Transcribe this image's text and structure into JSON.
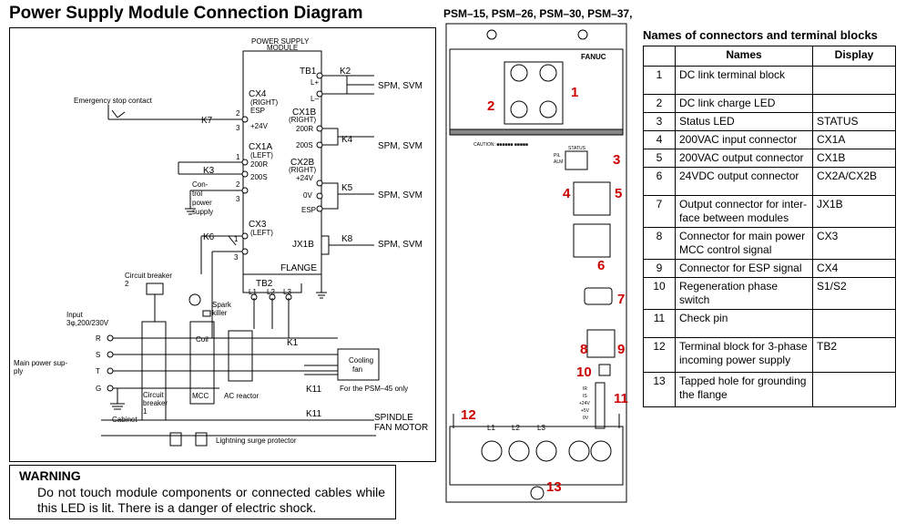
{
  "page_title": "Power Supply Module Connection Diagram",
  "models_title": "PSM–15, PSM–26, PSM–30, PSM–37,",
  "table_title": "Names of connectors and terminal blocks",
  "warning": {
    "title": "WARNING",
    "text": "Do not touch module components or connected cables while this LED is lit.  There is a danger of electric shock."
  },
  "diagram": {
    "module_label_1": "POWER SUPPLY",
    "module_label_2": "MODULE",
    "emergency_stop": "Emergency stop contact",
    "tb1": "TB1",
    "lplus": "L+",
    "lminus": "L–",
    "k2": "K2",
    "spm1": "SPM, SVM",
    "cx4": "CX4",
    "cx4_side": "(RIGHT)",
    "esp": "ESP",
    "p24v": "+24V",
    "k7": "K7",
    "cx1b": "CX1B",
    "cx1b_side": "(RIGHT)",
    "r200": "200R",
    "s200": "200S",
    "k4": "K4",
    "spm2": "SPM, SVM",
    "cx1a": "CX1A",
    "cx1a_side": "(LEFT)",
    "a200r": "200R",
    "a200s": "200S",
    "k3": "K3",
    "control_1": "Con-",
    "control_2": "trol",
    "control_3": "power",
    "control_4": "supply",
    "cx2b": "CX2B",
    "cx2b_side": "(RIGHT)",
    "b24v": "+24V",
    "v0": "0V",
    "k5": "K5",
    "spm3": "SPM, SVM",
    "esp2": "ESP",
    "cx3": "CX3",
    "cx3_side": "(LEFT)",
    "k6": "K6",
    "jx1b": "JX1B",
    "k8": "K8",
    "spm4": "SPM, SVM",
    "flange": "FLANGE",
    "cb2_1": "Circuit breaker",
    "cb2_2": "2",
    "tb2": "TB2",
    "l1": "L1",
    "l2": "L2",
    "l3": "L3",
    "spark_1": "Spark",
    "spark_2": "killer",
    "input_1": "Input",
    "input_2": "3φ,200/230V",
    "coil": "Coil",
    "k1": "K1",
    "cooling_1": "Cooling",
    "cooling_2": "fan",
    "r": "R",
    "s": "S",
    "t": "T",
    "g": "G",
    "main_power_1": "Main power sup-",
    "main_power_2": "ply",
    "psm45": "For the PSM–45 only",
    "k11a": "K11",
    "cb1_1": "Circuit",
    "cb1_2": "breaker",
    "cb1_3": "1",
    "mcc": "MCC",
    "ac_reactor": "AC reactor",
    "k11b": "K11",
    "spindle_1": "SPINDLE",
    "spindle_2": "FAN MOTOR",
    "cabinet": "Cabinet",
    "lightning": "Lightning surge protector",
    "pin1": "1",
    "pin2": "2",
    "pin3": "3"
  },
  "module": {
    "brand": "FANUC",
    "caution": "CAUTION: ■■■■■■ ■■■■■",
    "status": "STATUS",
    "pil": "PIL",
    "alm": "ALM",
    "l1": "L1",
    "l2": "L2",
    "l3": "L3",
    "callouts": [
      "1",
      "2",
      "3",
      "4",
      "5",
      "6",
      "7",
      "8",
      "9",
      "10",
      "11",
      "12",
      "13"
    ],
    "checkpins": [
      "IR",
      "IS",
      "+24V",
      "+5V",
      "0V"
    ]
  },
  "table": {
    "headers": [
      "",
      "Names",
      "Display"
    ],
    "rows": [
      {
        "no": "1",
        "name": "DC link terminal block",
        "display": ""
      },
      {
        "no": "2",
        "name": "DC link charge LED",
        "display": ""
      },
      {
        "no": "3",
        "name": "Status LED",
        "display": "STATUS"
      },
      {
        "no": "4",
        "name": "200VAC input connector",
        "display": "CX1A"
      },
      {
        "no": "5",
        "name": "200VAC output connector",
        "display": "CX1B"
      },
      {
        "no": "6",
        "name": "24VDC output connector",
        "display": "CX2A/CX2B"
      },
      {
        "no": "7",
        "name": "Output connector for inter-face between modules",
        "display": "JX1B"
      },
      {
        "no": "8",
        "name": "Connector for main power MCC control signal",
        "display": "CX3"
      },
      {
        "no": "9",
        "name": "Connector for ESP signal",
        "display": "CX4"
      },
      {
        "no": "10",
        "name": "Regeneration phase switch",
        "display": "S1/S2"
      },
      {
        "no": "11",
        "name": "Check pin",
        "display": ""
      },
      {
        "no": "12",
        "name": "Terminal block for 3-phase incoming power supply",
        "display": "TB2"
      },
      {
        "no": "13",
        "name": "Tapped hole for grounding the flange",
        "display": ""
      }
    ]
  }
}
